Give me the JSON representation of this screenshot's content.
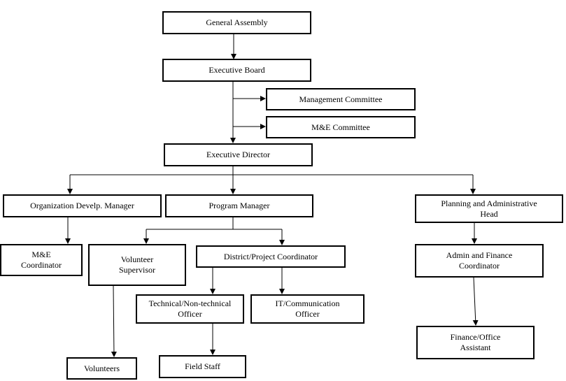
{
  "org_chart": {
    "general_assembly": "General Assembly",
    "executive_board": "Executive Board",
    "management_committee": "Management Committee",
    "me_committee": "M&E Committee",
    "executive_director": "Executive Director",
    "org_development_manager": "Organization Develp. Manager",
    "program_manager": "Program Manager",
    "planning_admin_head": "Planning and Administrative\nHead",
    "me_coordinator": "M&E\nCoordinator",
    "volunteer_supervisor": "Volunteer\nSupervisor",
    "district_project_coordinator": "District/Project Coordinator",
    "admin_finance_coordinator": "Admin and Finance\nCoordinator",
    "technical_officer": "Technical/Non-technical\nOfficer",
    "it_communication_officer": "IT/Communication\nOfficer",
    "finance_office_assistant": "Finance/Office\nAssistant",
    "volunteers": "Volunteers",
    "field_staff": "Field Staff"
  }
}
